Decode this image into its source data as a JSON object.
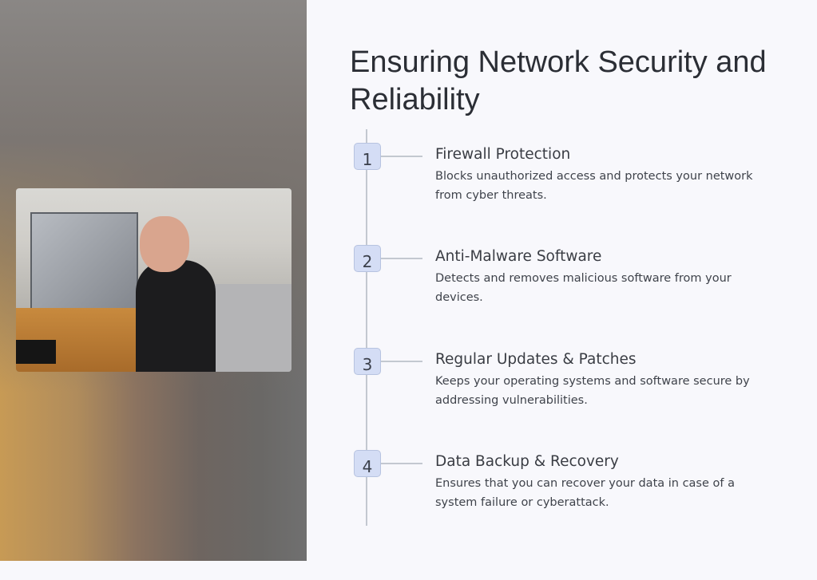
{
  "title": "Ensuring Network Security and Reliability",
  "items": [
    {
      "number": "1",
      "title": "Firewall Protection",
      "description": "Blocks unauthorized access and protects your network from cyber threats."
    },
    {
      "number": "2",
      "title": "Anti-Malware Software",
      "description": "Detects and removes malicious software from your devices."
    },
    {
      "number": "3",
      "title": "Regular Updates & Patches",
      "description": "Keeps your operating systems and software secure by addressing vulnerabilities."
    },
    {
      "number": "4",
      "title": "Data Backup & Recovery",
      "description": "Ensures that you can recover your data in case of a system failure or cyberattack."
    }
  ]
}
